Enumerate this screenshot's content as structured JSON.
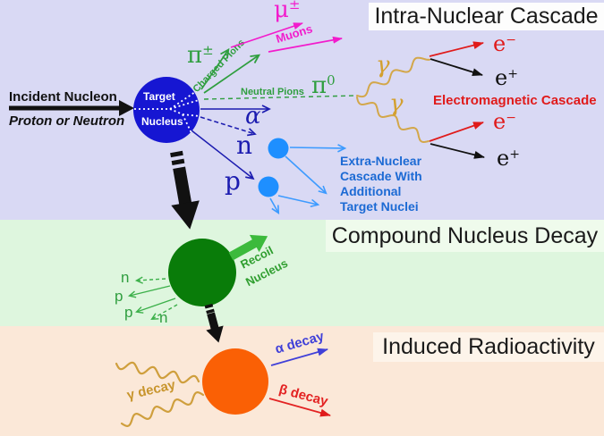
{
  "sections": {
    "intra": {
      "title": "Intra-Nuclear Cascade"
    },
    "compound": {
      "title": "Compound Nucleus Decay"
    },
    "induced": {
      "title": "Induced Radioactivity"
    }
  },
  "labels": {
    "incident_nucleon": "Incident Nucleon",
    "proton_or_neutron": "Proton or Neutron",
    "target_line1": "Target",
    "target_line2": "Nucleus",
    "pi": "π",
    "mu": "μ",
    "pm": "±",
    "zero": "0",
    "charged_pions": "Charged Pions",
    "muons": "Muons",
    "neutral_pions": "Neutral Pions",
    "alpha": "α",
    "n": "n",
    "p": "p",
    "extra_nuclear": [
      "Extra-Nuclear",
      "Cascade With",
      "Additional",
      "Target Nuclei"
    ],
    "gamma": "γ",
    "electromagnetic_cascade": "Electromagnetic Cascade",
    "e": "e",
    "sup_minus": "−",
    "sup_plus": "+",
    "recoil_line1": "Recoil",
    "recoil_line2": "Nucleus",
    "gamma_decay": "γ decay",
    "alpha_decay": "α decay",
    "beta_decay": "β decay"
  },
  "colors": {
    "band_intra": "#d9d9f4",
    "band_compound": "#def6de",
    "band_induced": "#fbe8d8",
    "target_nucleus_blue": "#1616d2",
    "cascade_nuclei_blue": "#1e8fff",
    "compound_nucleus_green": "#097c09",
    "radioactive_nucleus_orange": "#fa6005",
    "pion_green": "#2f9e3f",
    "muon_magenta": "#f21ccc",
    "nucleon_navy": "#1c1cb0",
    "extra_cascade_blue": "#1c6ad4",
    "gamma_gold": "#d3a74a",
    "em_red": "#e01b1b",
    "alpha_decay_blue": "#4040d8",
    "recoil_green": "#3cba3c",
    "black": "#111111"
  }
}
